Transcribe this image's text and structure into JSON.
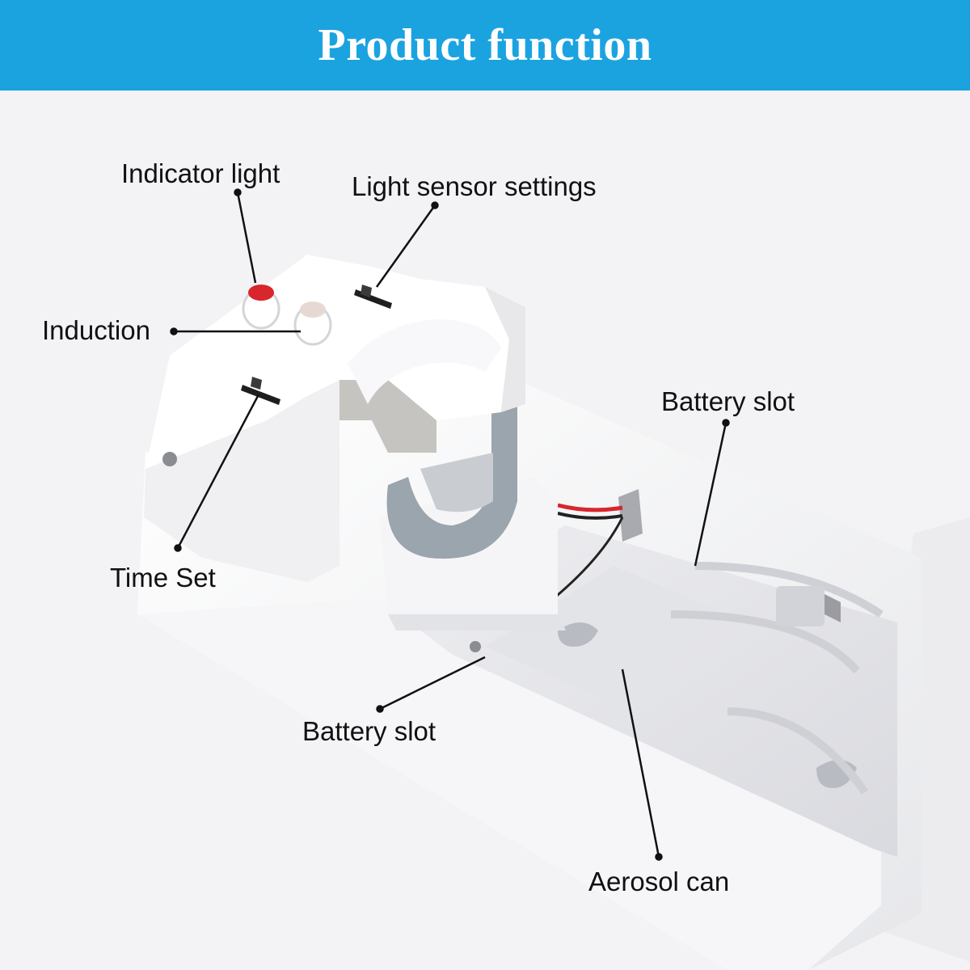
{
  "header": {
    "title": "Product function"
  },
  "labels": {
    "indicator_light": "Indicator light",
    "light_sensor_settings": "Light sensor settings",
    "induction": "Induction",
    "battery_slot_right": "Battery slot",
    "time_set": "Time Set",
    "battery_slot_bottom": "Battery slot",
    "aerosol_can": "Aerosol can"
  },
  "colors": {
    "banner": "#1ba3e0",
    "background": "#f3f3f5",
    "device": "#ffffff",
    "bracket": "#9aa5ad",
    "indicator": "#d8262c"
  }
}
